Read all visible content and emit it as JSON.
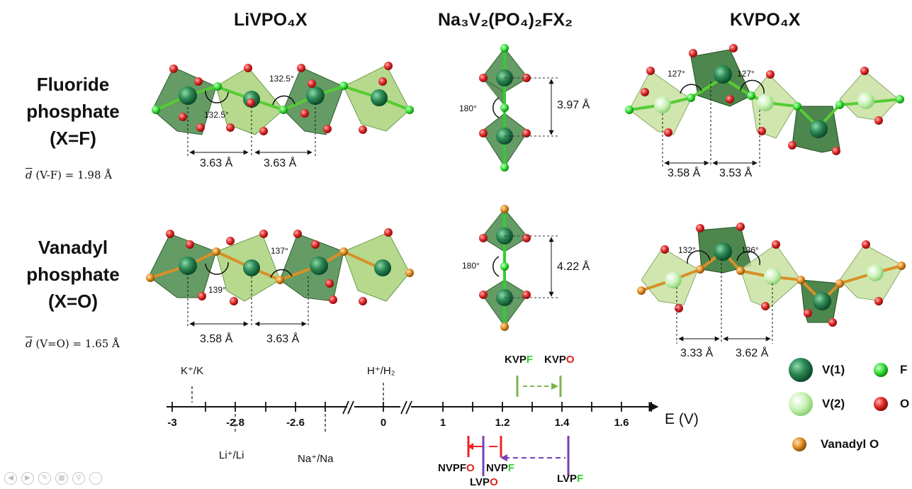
{
  "columns": {
    "li": "LiVPO₄X",
    "na": "Na₃V₂(PO₄)₂FX₂",
    "k": "KVPO₄X"
  },
  "rows": {
    "fluoride": {
      "line1": "Fluoride",
      "line2": "phosphate",
      "line3": "(X=F)",
      "bond_prefix": "d",
      "bond_text": " (V-F) = 1.98 Å"
    },
    "vanadyl": {
      "line1": "Vanadyl",
      "line2": "phosphate",
      "line3": "(X=O)",
      "bond_prefix": "d",
      "bond_text": " (V=O) = 1.65 Å"
    }
  },
  "measurements": {
    "li_f": [
      "3.63 Å",
      "3.63 Å"
    ],
    "li_f_angles": [
      "132.5°",
      "132.5°"
    ],
    "na_f": "3.97 Å",
    "na_f_angle": "180°",
    "k_f": [
      "3.58 Å",
      "3.53 Å"
    ],
    "k_f_angles": [
      "127°",
      "127°"
    ],
    "li_o": [
      "3.58 Å",
      "3.63 Å"
    ],
    "li_o_angles": [
      "139°",
      "137°"
    ],
    "na_o": "4.22 Å",
    "na_o_angle": "180°",
    "k_o": [
      "3.33 Å",
      "3.62 Å"
    ],
    "k_o_angles": [
      "132°",
      "136°"
    ]
  },
  "axis": {
    "ticks": [
      "-3",
      "-2.8",
      "-2.6",
      "0",
      "1",
      "1.2",
      "1.4",
      "1.6"
    ],
    "label": "E (V)"
  },
  "couples": {
    "k": "K⁺/K",
    "li": "Li⁺/Li",
    "na": "Na⁺/Na",
    "h": "H⁺/H₂"
  },
  "compounds": {
    "kvpf": {
      "base": "KVP",
      "x": "F"
    },
    "kvpo": {
      "base": "KVP",
      "x": "O"
    },
    "nvpfo": {
      "base": "NVPF",
      "x": "O"
    },
    "nvpf": {
      "base": "NVP",
      "x": "F"
    },
    "lvpo": {
      "base": "LVP",
      "x": "O"
    },
    "lvpf": {
      "base": "LVP",
      "x": "F"
    }
  },
  "legend": {
    "v1": "V(1)",
    "v2": "V(2)",
    "f": "F",
    "o": "O",
    "vanadyl": "Vanadyl O"
  },
  "colors": {
    "dark_octa": "#3f7f3f",
    "light_octa": "#9fcc6a",
    "fluorine": "#33dd33",
    "oxygen": "#dd2222",
    "vanadyl_o": "#e08a1e",
    "kvp_arrow": "#7ab648",
    "nvp_arrow": "#ee2222",
    "lvp_arrow": "#7a3fb5"
  }
}
